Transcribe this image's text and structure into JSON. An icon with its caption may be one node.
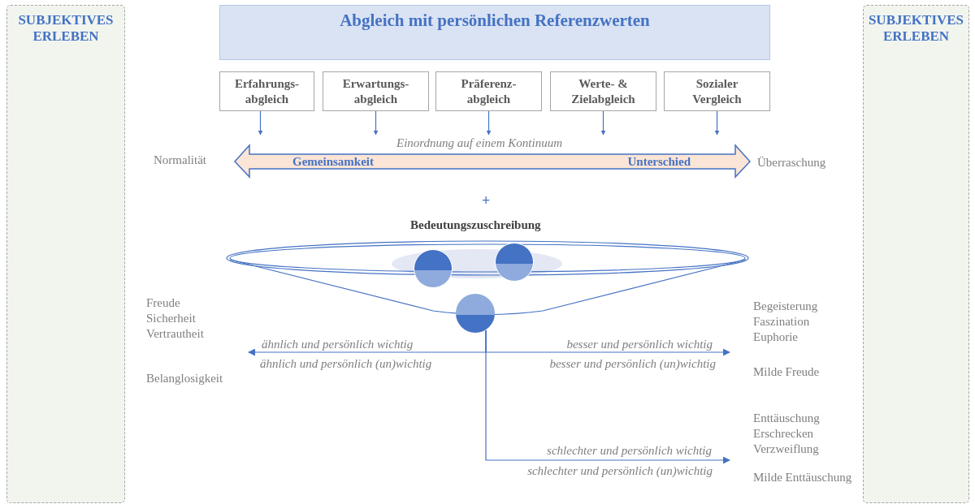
{
  "diagram": {
    "nodes": [
      {
        "text": [
          "SUBJEKTIVES ERLEBEN"
        ]
      },
      {
        "text": [
          "SUBJEKTIVES ERLEBEN"
        ]
      },
      {
        "text": [
          "Abgleich mit persönlichen Referenzwerten"
        ]
      },
      {
        "text": [
          "Erfahrungs-abgleich"
        ]
      },
      {
        "text": [
          "Erwartungs-abgleich"
        ]
      },
      {
        "text": [
          "Präferenz-abgleich"
        ]
      },
      {
        "text": [
          "Werte- & Zielabgleich"
        ]
      },
      {
        "text": [
          "Sozialer Vergleich"
        ]
      },
      {
        "text": [
          "Gemeinsamkeit",
          "Unterschied"
        ]
      },
      {
        "text": [],
        "shape": "circle"
      },
      {
        "text": [],
        "shape": "circle"
      },
      {
        "text": [],
        "shape": "circle"
      },
      {
        "text": [
          "Freude Sicherheit Vertrautheit",
          "Belanglosigkeit"
        ]
      },
      {
        "text": [
          "Begeisterung Faszination Euphorie",
          "Milde Freude"
        ]
      },
      {
        "text": [
          "Enttäuschung Erschrecken Verzweiflung",
          "Milde Enttäuschung"
        ]
      }
    ],
    "edges": [
      {
        "from": 3,
        "to": 8,
        "arrow": "to"
      },
      {
        "from": 4,
        "to": 8,
        "arrow": "to"
      },
      {
        "from": 5,
        "to": 8,
        "arrow": "to"
      },
      {
        "from": 6,
        "to": 8,
        "arrow": "to"
      },
      {
        "from": 7,
        "to": 8,
        "arrow": "to"
      },
      {
        "from": 11,
        "to": 12,
        "arrow": "to",
        "label": "ähnlich und persönlich wichtig"
      },
      {
        "from": 11,
        "to": 13,
        "arrow": "to",
        "label": "besser und persönlich wichtig"
      },
      {
        "from": 11,
        "to": 14,
        "arrow": "to",
        "label": "schlechter und persönlich wichtig"
      }
    ],
    "labels": [
      "Einordnung auf einem Kontinuum",
      "Normalität",
      "Überraschung",
      "+",
      "Bedeutungszuschreibung",
      "ähnlich und persönlich (un)wichtig",
      "besser und persönlich (un)wichtig",
      "schlechter und persönlich (un)wichtig"
    ]
  }
}
